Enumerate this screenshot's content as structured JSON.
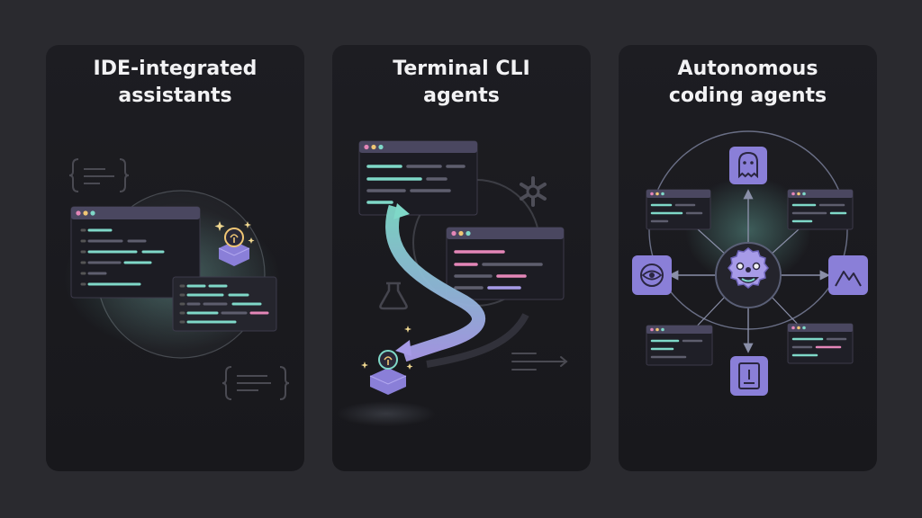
{
  "panels": [
    {
      "title": "IDE-integrated\nassistants"
    },
    {
      "title": "Terminal CLI\nagents"
    },
    {
      "title": "Autonomous\ncoding agents"
    }
  ],
  "colors": {
    "background": "#2a2a2f",
    "panel": "#1b1b20",
    "teal": "#7fd8c8",
    "purple": "#a79be8",
    "pink": "#e486b8",
    "window_bar": "#4a4760"
  },
  "icons": [
    "code-brackets-icon",
    "lightbulb-cube-icon",
    "snowflake-icon",
    "flask-icon",
    "arrow-right-icon",
    "ghost-icon",
    "robot-face-icon",
    "eye-icon",
    "mountain-icon",
    "document-icon"
  ]
}
